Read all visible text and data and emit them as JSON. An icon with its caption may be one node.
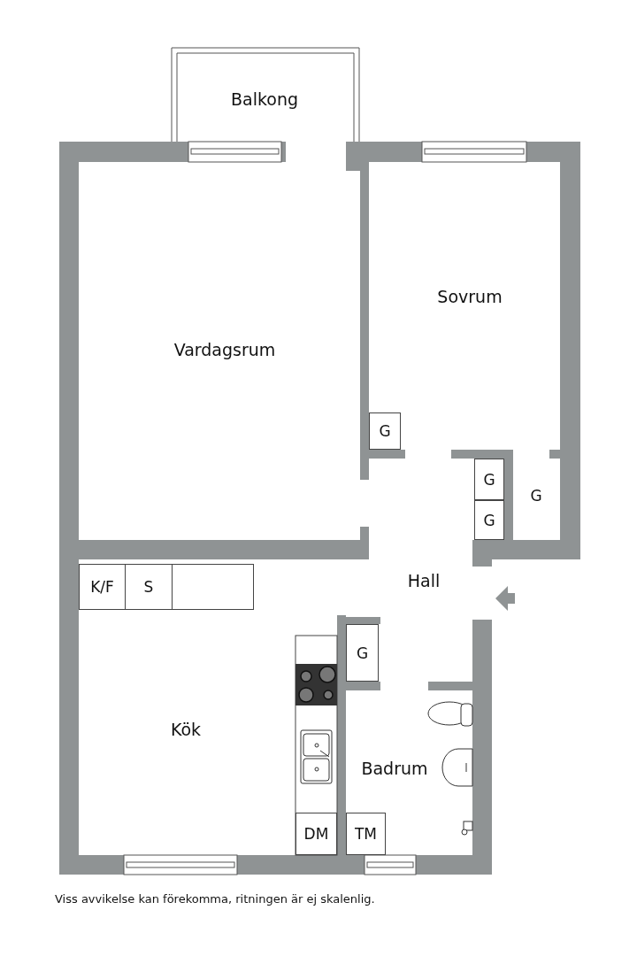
{
  "diagram": {
    "caption": "Viss avvikelse kan förekomma, ritningen är ej skalenlig.",
    "nodes": [
      {
        "text": [
          "G"
        ]
      },
      {
        "text": [
          "G"
        ]
      },
      {
        "text": [
          "G"
        ]
      },
      {
        "text": [
          "K/F"
        ]
      },
      {
        "text": [
          "S"
        ]
      },
      {
        "text": [],
        "shape": "box"
      },
      {
        "text": [
          "G"
        ]
      },
      {
        "text": [
          "DM"
        ]
      },
      {
        "text": [
          "TM"
        ]
      }
    ],
    "labels": [
      "Balkong",
      "Sovrum",
      "Vardagsrum",
      "G",
      "Hall",
      "Kök",
      "Badrum"
    ]
  }
}
